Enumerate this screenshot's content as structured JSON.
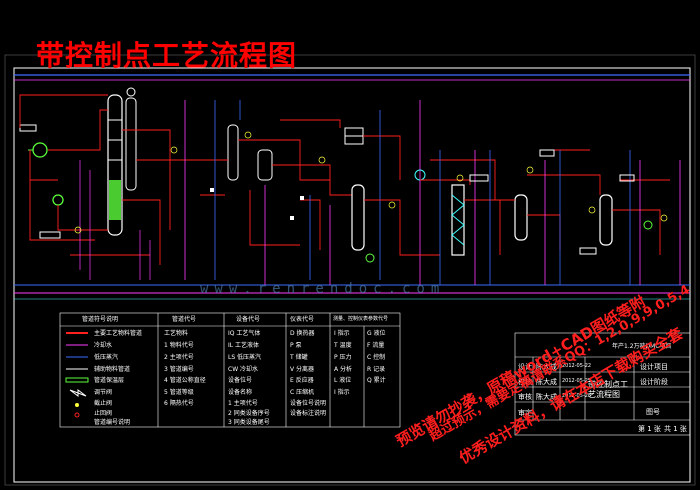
{
  "title": "带控制点工艺流程图",
  "site_watermark": "www.renrendoc.com",
  "legend": {
    "headers": [
      "管道符号说明",
      "管道代号",
      "设备代号",
      "仪表代号",
      "测量、控制仪表参数代号"
    ],
    "rows": [
      [
        "主要工艺物料管道",
        "工艺物料",
        "IQ  工艺气体",
        "D 换热器",
        "I 指示",
        "G 液位"
      ],
      [
        "冷却水",
        "1 物料代号",
        "IL  工艺液体",
        "P 泵",
        "T 温度",
        "F 流量"
      ],
      [
        "低压蒸汽",
        "2 主项代号",
        "LS  低压蒸汽",
        "T 储罐",
        "P 压力",
        "C 控制"
      ],
      [
        "辅助物料管道",
        "3 管道编号",
        "CW  冷却水",
        "V 分离器",
        "A 分析",
        "R 记录"
      ],
      [
        "管道保温层",
        "4 管道公称直径",
        "设备位号",
        "E 反应器",
        "L 液位",
        "Q 累计"
      ],
      [
        "调节阀",
        "5 管道等级",
        "设备名称",
        "C 压缩机",
        "I 指示",
        ""
      ],
      [
        "截止阀",
        "6 隔热代号",
        "1 主项代号",
        "设备位号说明",
        "",
        ""
      ],
      [
        "止回阀",
        "",
        "2 同类设备序号",
        "设备标注说明",
        "",
        ""
      ],
      [
        "管道编号说明",
        "",
        "3 同类设备尾号",
        "",
        "",
        ""
      ]
    ]
  },
  "title_block": {
    "project": "年产1.2万吨DMC项目",
    "design_project": "设计项目",
    "design_stage": "设计阶段",
    "drawing_title": "带控制点工艺流程图",
    "drawing_no_label": "图号",
    "roles": [
      {
        "role": "设计",
        "name": "陈大成",
        "date": "2012-05-22"
      },
      {
        "role": "校核",
        "name": "陈大成",
        "date": "2012-05-25"
      },
      {
        "role": "审核",
        "name": "陈大成",
        "date": "2012-05-28"
      },
      {
        "role": "审定",
        "name": "",
        "date": ""
      }
    ],
    "sheet": "第 1 张",
    "total": "共 1 张"
  },
  "watermark_lines": [
    "预览请勿抄袭，原稿word+CAD图纸等附",
    "超过预示，需要定稿请联系QQ：1,2,0,9,9,0,5,4",
    "优秀设计资料，请在本店下载购买全套"
  ],
  "colors": {
    "border": "#ffffff",
    "process": "#ff2020",
    "water": "#ff3cff",
    "steam": "#3c6cff",
    "equipment": "#ffffff",
    "instrument": "#ffff3c",
    "aux": "#40ffff"
  }
}
